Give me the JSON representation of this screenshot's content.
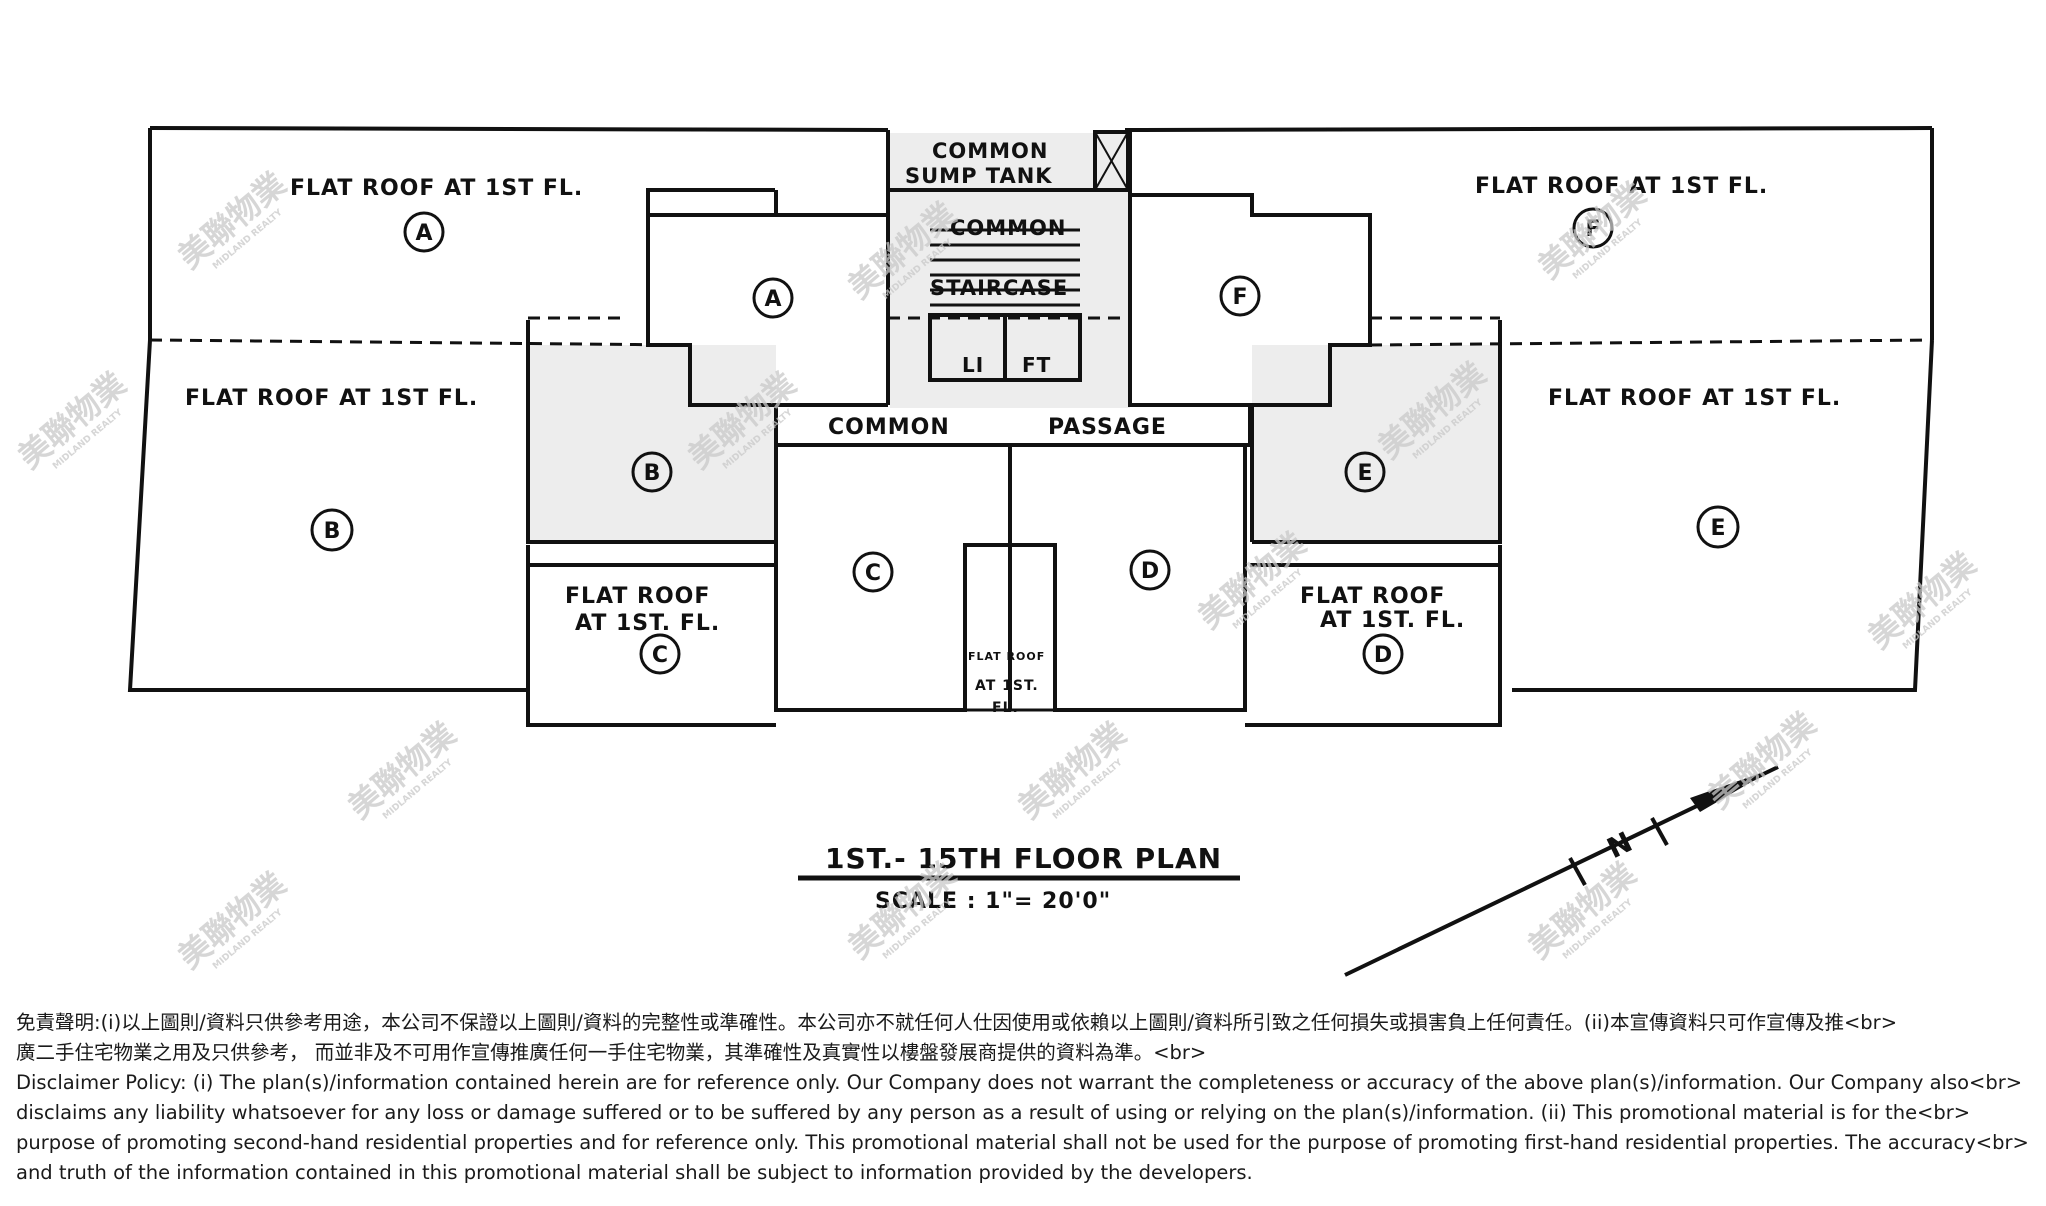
{
  "plan": {
    "flat_roof_label": "FLAT ROOF AT 1ST FL.",
    "flat_roof_short": "FLAT ROOF",
    "at_1st_fl": "AT 1ST. FL.",
    "common_sump_tank_1": "COMMON",
    "common_sump_tank_2": "SUMP TANK",
    "common_staircase_1": "COMMON",
    "common_staircase_2": "STAIRCASE",
    "lift_1": "LI",
    "lift_2": "FT",
    "common_passage_1": "COMMON",
    "common_passage_2": "PASSAGE",
    "small_flat_roof_1": "FLAT ROOF",
    "small_flat_roof_2": "AT 1ST.",
    "small_flat_roof_3": "FL.",
    "units": {
      "a": "A",
      "b": "B",
      "c": "C",
      "d": "D",
      "e": "E",
      "f": "F"
    },
    "title": "1ST.- 15TH FLOOR PLAN",
    "scale": "SCALE : 1\"= 20'0\"",
    "north_letter": "N",
    "watermark_cn": "美聯物業",
    "watermark_en": "MIDLAND REALTY"
  },
  "disclaimer": {
    "cn_line_1": "免責聲明:(i)以上圖則/資料只供參考用途，本公司不保證以上圖則/資料的完整性或準確性。本公司亦不就任何人仕因使用或依賴以上圖則/資料所引致之任何損失或損害負上任何責任。(ii)本宣傳資料只可作宣傳及推<br>",
    "cn_line_2": "廣二手住宅物業之用及只供參考， 而並非及不可用作宣傳推廣任何一手住宅物業，其準確性及真實性以樓盤發展商提供的資料為準。<br>",
    "en_line_1": "Disclaimer Policy: (i) The plan(s)/information contained herein are for reference only. Our Company does not warrant the completeness or accuracy of the above plan(s)/information. Our Company also<br>",
    "en_line_2": "disclaims any liability whatsoever for any loss or damage suffered or to be suffered by any person as a result of using or relying on the plan(s)/information. (ii) This promotional material is for the<br>",
    "en_line_3": "purpose of promoting second-hand residential properties and for reference only. This promotional material shall not be used for the purpose of promoting first-hand residential properties. The accuracy<br>",
    "en_line_4": "and truth of the information contained in this promotional material shall be subject to information provided by the developers."
  }
}
